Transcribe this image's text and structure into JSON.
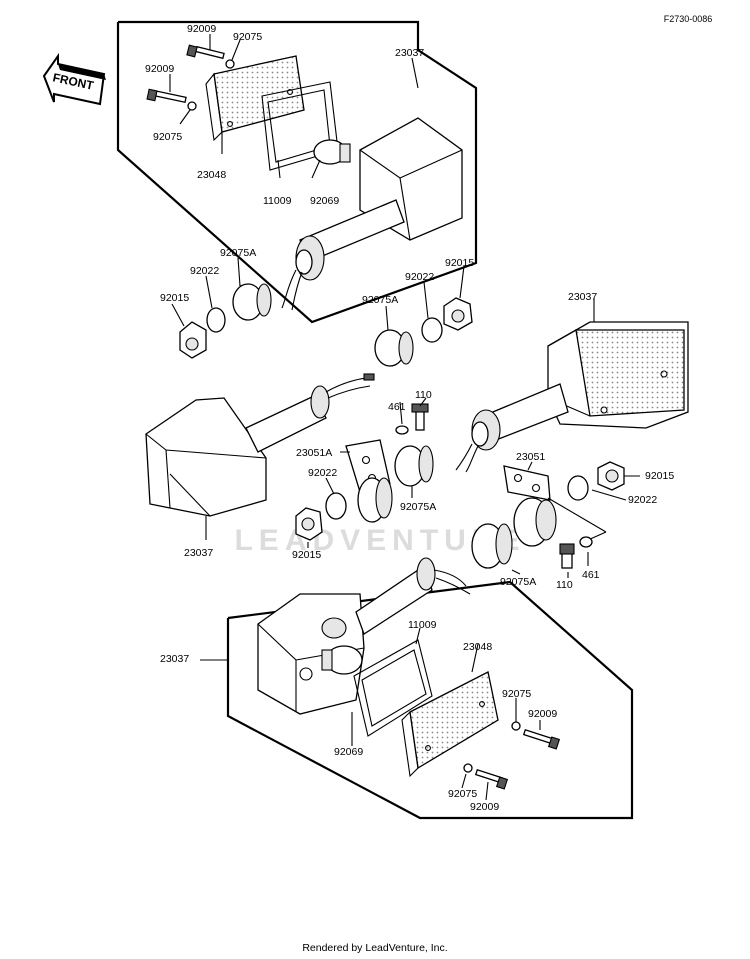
{
  "diagram_code": "F2730-0086",
  "front_arrow_label": "FRONT",
  "watermark": "LEADVENTURE",
  "footer": "Rendered by LeadVenture, Inc.",
  "labels": {
    "p92009_a": "92009",
    "p92075_a": "92075",
    "p92009_b": "92009",
    "p92075_b": "92075",
    "p23048_a": "23048",
    "p11009_a": "11009",
    "p92069_a": "92069",
    "p23037_a": "23037",
    "p92075A_a": "92075A",
    "p92022_a": "92022",
    "p92015_a": "92015",
    "p92022_b": "92022",
    "p92015_b": "92015",
    "p92075A_b": "92075A",
    "p23037_b": "23037",
    "p461_a": "461",
    "p110_a": "110",
    "p23051A": "23051A",
    "p92022_c": "92022",
    "p92015_c": "92015",
    "p92075A_c": "92075A",
    "p23037_c": "23037",
    "p23051": "23051",
    "p92015_d": "92015",
    "p92022_d": "92022",
    "p92075A_d": "92075A",
    "p110_b": "110",
    "p461_b": "461",
    "p11009_b": "11009",
    "p23048_b": "23048",
    "p23037_d": "23037",
    "p92075_c": "92075",
    "p92009_c": "92009",
    "p92069_b": "92069",
    "p92075_d": "92075",
    "p92009_d": "92009"
  }
}
